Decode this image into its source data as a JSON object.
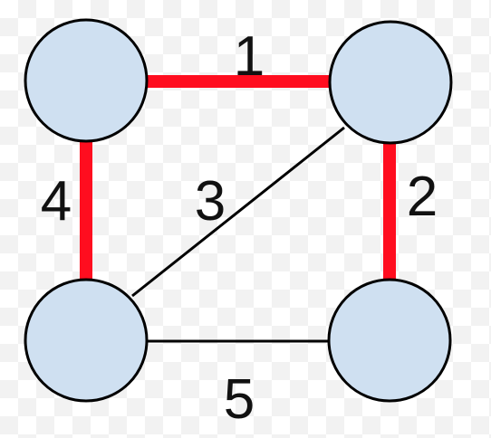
{
  "graph": {
    "nodes": [
      {
        "id": "top-left"
      },
      {
        "id": "top-right"
      },
      {
        "id": "bottom-left"
      },
      {
        "id": "bottom-right"
      }
    ],
    "edges": [
      {
        "from": "top-left",
        "to": "top-right",
        "weight": "1",
        "highlighted": true
      },
      {
        "from": "top-right",
        "to": "bottom-right",
        "weight": "2",
        "highlighted": true
      },
      {
        "from": "top-right",
        "to": "bottom-left",
        "weight": "3",
        "highlighted": false
      },
      {
        "from": "top-left",
        "to": "bottom-left",
        "weight": "4",
        "highlighted": true
      },
      {
        "from": "bottom-left",
        "to": "bottom-right",
        "weight": "5",
        "highlighted": false
      }
    ]
  },
  "colors": {
    "node_fill": "#cfe0f1",
    "node_stroke": "#000000",
    "highlight_edge": "#ff0d1f",
    "normal_edge": "#000000"
  }
}
